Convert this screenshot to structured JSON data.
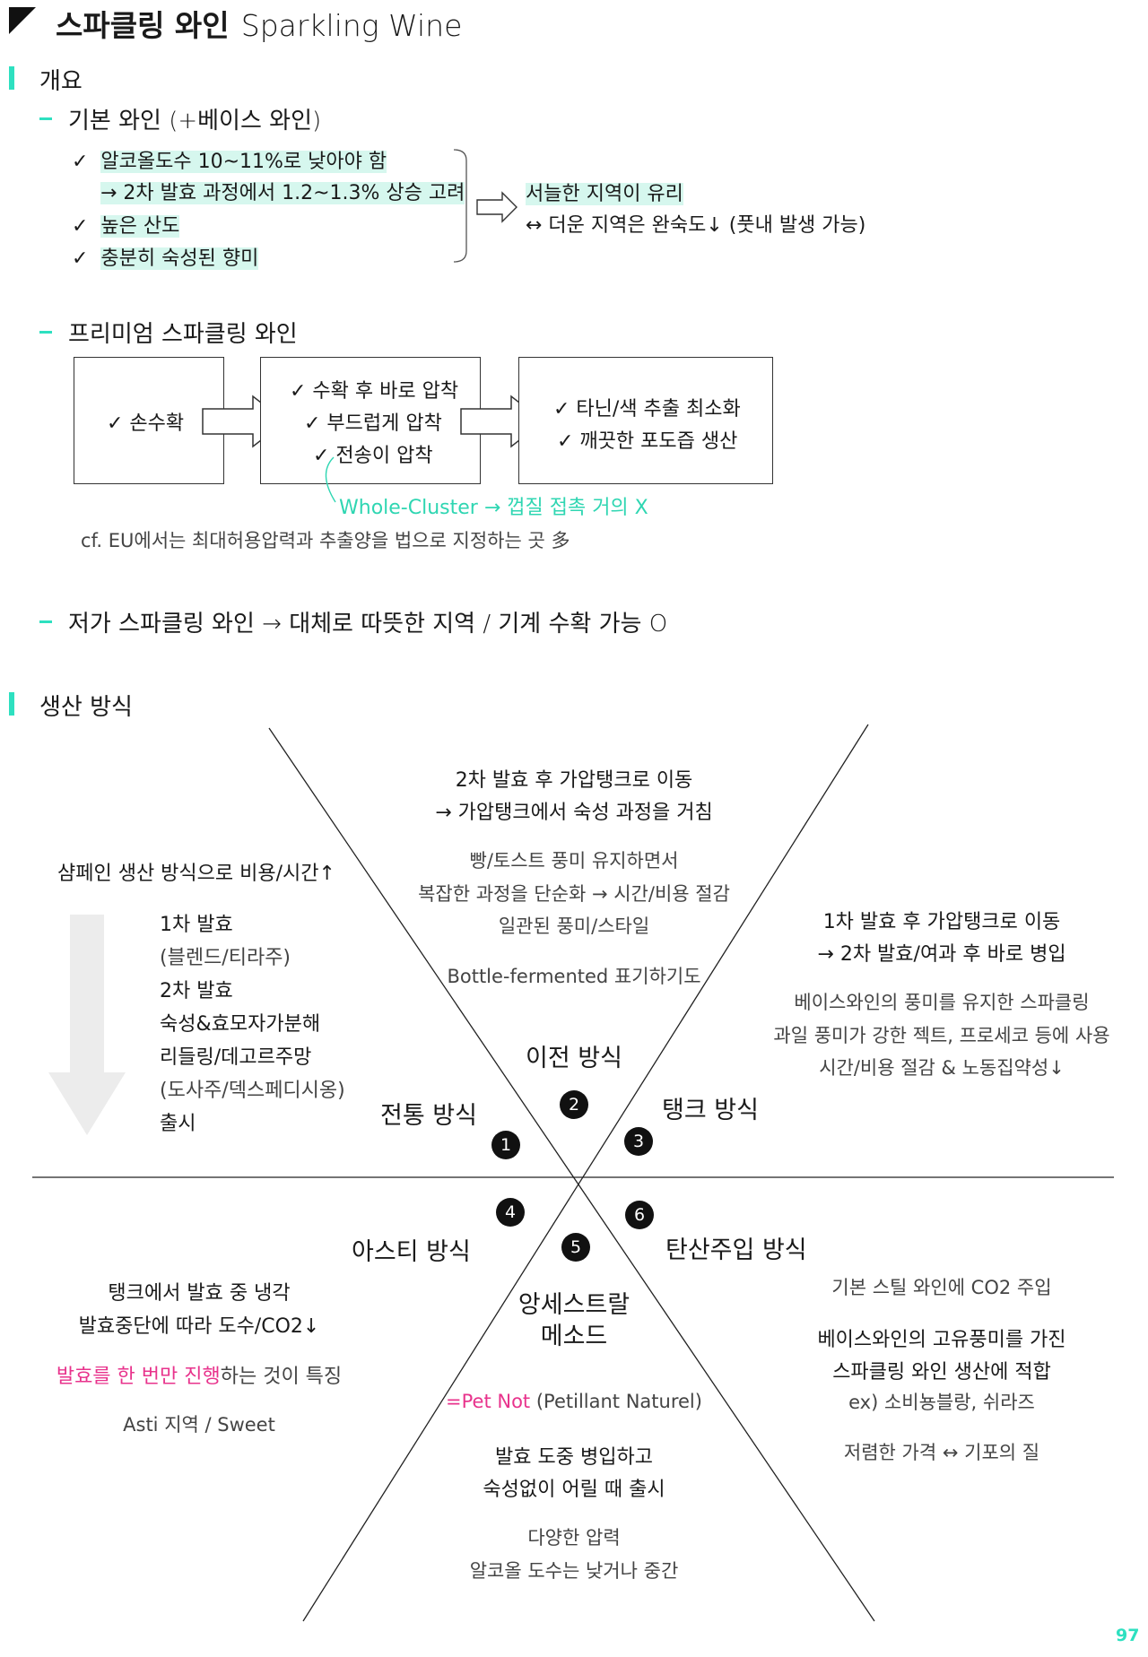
{
  "page": {
    "title_ko": "스파클링 와인",
    "title_en": "Sparkling Wine",
    "page_number": "97"
  },
  "overview": {
    "heading": "개요",
    "base": {
      "label": "기본 와인 (+베이스 와인)",
      "check1": "알코올도수 10~11%로 낮아야 함",
      "check1_sub": "→ 2차 발효 과정에서 1.2~1.3% 상승 고려",
      "check2": "높은 산도",
      "check3": "충분히 숙성된 향미",
      "result1": "서늘한 지역이 유리",
      "result2": "↔ 더운 지역은 완숙도↓ (풋내 발생 가능)"
    },
    "premium": {
      "label": "프리미엄 스파클링 와인",
      "box1": "✓ 손수확",
      "box2_line1": "✓ 수확 후 바로 압착",
      "box2_line2": "✓ 부드럽게 압착",
      "box2_line3": "✓ 전송이 압착",
      "box3_line1": "✓ 타닌/색 추출 최소화",
      "box3_line2": "✓ 깨끗한 포도즙 생산",
      "whole_cluster": "Whole-Cluster → 껍질 접촉 거의 X",
      "cf_note": "cf. EU에서는 최대허용압력과 추출양을 법으로 지정하는 곳 多"
    },
    "cheap": {
      "label": "저가 스파클링 와인 → 대체로 따뜻한 지역 / 기계 수확 가능 O"
    }
  },
  "production": {
    "heading": "생산 방식",
    "method1": {
      "number": "1",
      "name": "전통 방식",
      "desc_title": "샴페인 생산 방식으로 비용/시간↑",
      "steps": [
        "1차 발효",
        "(블렌드/티라주)",
        "2차 발효",
        "숙성&효모자가분해",
        "리들링/데고르주망",
        "(도사주/덱스페디시옹)",
        "출시"
      ]
    },
    "method2": {
      "number": "2",
      "name": "이전 방식",
      "line1": "2차 발효 후 가압탱크로 이동",
      "line2": "→ 가압탱크에서 숙성 과정을 거침",
      "line3": "빵/토스트 풍미 유지하면서",
      "line4": "복잡한 과정을 단순화 → 시간/비용 절감",
      "line5": "일관된 풍미/스타일",
      "line6": "Bottle-fermented 표기하기도"
    },
    "method3": {
      "number": "3",
      "name": "탱크 방식",
      "line1": "1차 발효 후 가압탱크로 이동",
      "line2": "→ 2차 발효/여과 후 바로 병입",
      "line3": "베이스와인의 풍미를 유지한 스파클링",
      "line4": "과일 풍미가 강한 젝트, 프로세코 등에 사용",
      "line5": "시간/비용 절감 & 노동집약성↓"
    },
    "method4": {
      "number": "4",
      "name": "아스티 방식",
      "line1": "탱크에서 발효 중 냉각",
      "line2": "발효중단에 따라 도수/CO2↓",
      "line3_pink": "발효를 한 번만 진행",
      "line3_rest": "하는 것이 특징",
      "line4": "Asti 지역 / Sweet"
    },
    "method5": {
      "number": "5",
      "name_line1": "앙세스트랄",
      "name_line2": "메소드",
      "alias_pink": "=Pet Not",
      "alias_rest": " (Petillant Naturel)",
      "line1": "발효 도중 병입하고",
      "line2": "숙성없이 어릴 때 출시",
      "line3": "다양한 압력",
      "line4": "알코올 도수는 낮거나 중간"
    },
    "method6": {
      "number": "6",
      "name": "탄산주입 방식",
      "line1": "기본 스틸 와인에 CO2 주입",
      "line2": "베이스와인의 고유풍미를 가진",
      "line3": "스파클링 와인 생산에 적합",
      "line4": "ex) 소비뇽블랑, 쉬라즈",
      "line5": "저렴한 가격 ↔ 기포의 질"
    }
  },
  "colors": {
    "accent": "#2ee0c0",
    "highlight": "#d6f7ee",
    "mint_text": "#2fd6b2",
    "pink_text": "#e8338c"
  }
}
